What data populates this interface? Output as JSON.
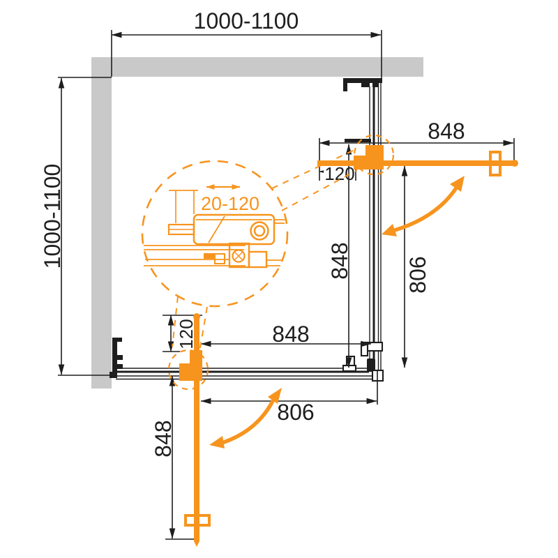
{
  "colors": {
    "accent_orange": "#F7941E",
    "wall_gray": "#C9C9C9",
    "line_black": "#1E1E1E"
  },
  "dimensions": {
    "overall_width_top": "1000-1100",
    "overall_depth_left": "1000-1100",
    "door_width_top": "848",
    "wall_overlap_top": "120",
    "door_width_right": "848",
    "opening_right": "806",
    "door_width_bottom": "848",
    "opening_bottom": "806",
    "door_width_bottom_v": "848",
    "wall_overlap_bottom": "120",
    "adjustment_detail": "20-120"
  }
}
